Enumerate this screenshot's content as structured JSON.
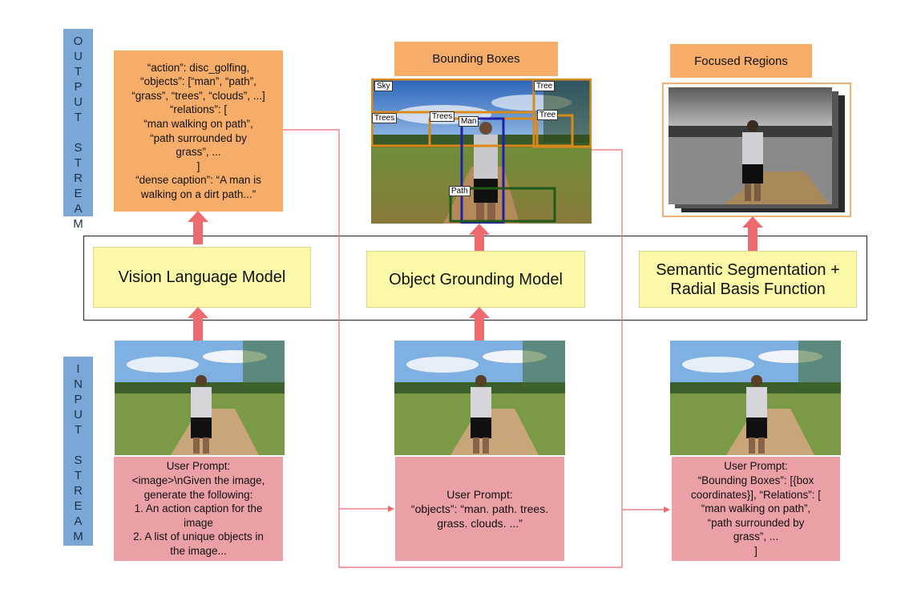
{
  "streams": {
    "output": "OUTPUT STREAM",
    "input": "INPUT STREAM"
  },
  "output": {
    "vlm_text": "“action”: disc_golfing,\n“objects”: [“man”, “path”,\n“grass”, “trees”, “clouds”, ...]\n“relations”: [\n“man walking on path”,\n“path surrounded by\ngrass”, ...\n]\n“dense caption”: “A man is\nwalking on a dirt path...”",
    "bbox_title": "Bounding Boxes",
    "focused_title": "Focused Regions"
  },
  "bbox_labels": {
    "sky": "Sky",
    "tree_top": "Tree",
    "trees_left": "Trees",
    "trees_mid": "Trees",
    "man": "Man",
    "tree_right": "Tree",
    "path": "Path"
  },
  "models": {
    "vlm": "Vision Language Model",
    "grounding": "Object Grounding Model",
    "segmentation": "Semantic Segmentation +\nRadial Basis Function"
  },
  "prompts": {
    "vlm": "User Prompt:\n<image>\\nGiven the image,\ngenerate the following:\n1. An action caption for the\nimage\n2. A list of unique objects in\nthe image...",
    "grounding": "User Prompt:\n“objects”: “man. path. trees.\ngrass. clouds. ...”",
    "segmentation": "User Prompt:\n“Bounding Boxes”: [{box\ncoordinates}], “Relations”: [\n“man walking on path”,\n“path surrounded by\ngrass”, ...\n]"
  },
  "colors": {
    "stream_bar": "#7ba7d6",
    "output_box": "#f7ad6a",
    "prompt_box": "#eba0a6",
    "model_box": "#fbf8a8",
    "arrow": "#ee6a6f",
    "connector": "#ee6a6f",
    "bbox_orange": "#d98a1a",
    "bbox_blue": "#1f22a8",
    "bbox_green": "#1f5a1a"
  }
}
